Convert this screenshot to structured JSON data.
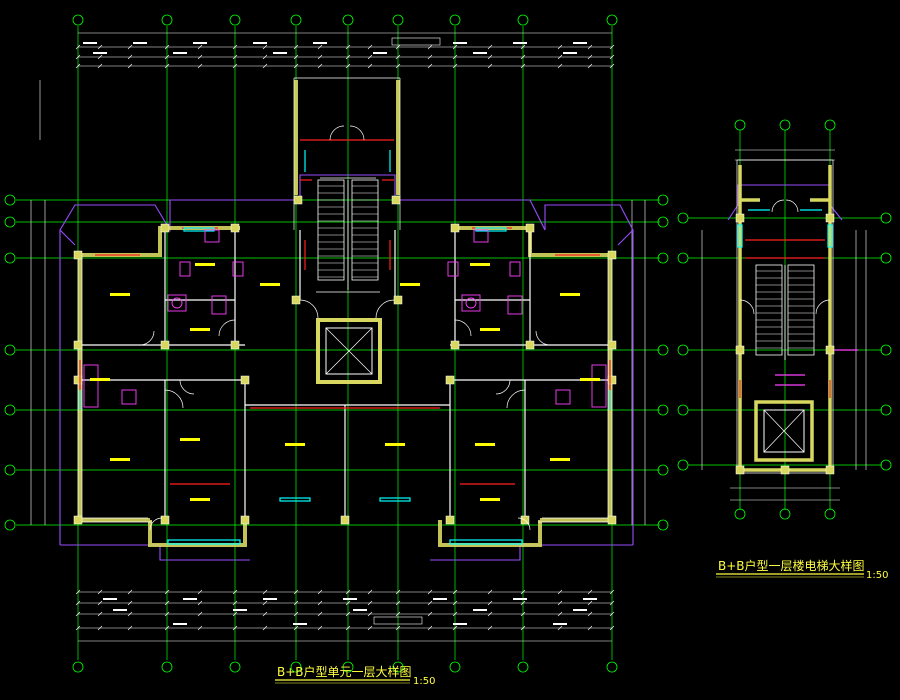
{
  "titles": {
    "main_title": "B+B户型单元一层大样图",
    "main_scale": "1:50",
    "side_title": "B+B户型一层楼电梯大样图",
    "side_scale": "1:50"
  },
  "colors": {
    "background": "#000000",
    "axis": "#00ff00",
    "wall": "#ffffff",
    "hatch": "#d8d860",
    "dimension": "#ffffff",
    "room_text": "#ffff00",
    "pink": "#ff40ff",
    "red": "#ff2020",
    "cyan": "#00ffff",
    "purple": "#9a4dff",
    "title": "#ffff40"
  }
}
